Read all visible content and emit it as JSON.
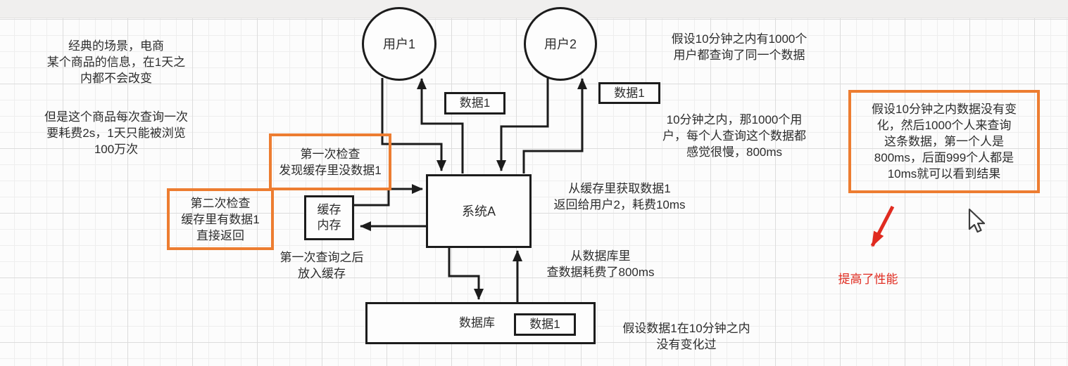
{
  "nodes": {
    "user1": "用户1",
    "user2": "用户2",
    "system_a": "系统A",
    "cache": "缓存\n内存",
    "database": "数据库",
    "data1_user1": "数据1",
    "data1_user2": "数据1",
    "data1_db": "数据1"
  },
  "highlights": {
    "first_check": "第一次检查\n发现缓存里没数据1",
    "second_check": "第二次检查\n缓存里有数据1\n直接返回",
    "cache_benefit": "假设10分钟之内数据没有变\n化，然后1000个人来查询\n这条数据，第一个人是\n800ms，后面999个人都是\n10ms就可以看到结果"
  },
  "notes": {
    "scenario": "经典的场景，电商\n某个商品的信息，在1天之\n内都不会改变",
    "cost": "但是这个商品每次查询一次\n要耗费2s，1天只能被浏览\n100万次",
    "assumption_top": "假设10分钟之内有1000个\n用户都查询了同一个数据",
    "slow_query": "10分钟之内，那1000个用\n户，每个人查询这个数据都\n感觉很慢，800ms",
    "cache_hit": "从缓存里获取数据1\n返回给用户2，耗费10ms",
    "db_query": "从数据库里\n查数据耗费了800ms",
    "after_first_query": "第一次查询之后\n放入缓存",
    "db_unchanged": "假设数据1在10分钟之内\n没有变化过",
    "performance": "提高了性能"
  },
  "colors": {
    "highlight_orange": "#ed7d31",
    "annotation_red": "#e02b20",
    "stroke_black": "#1c1c1c"
  }
}
